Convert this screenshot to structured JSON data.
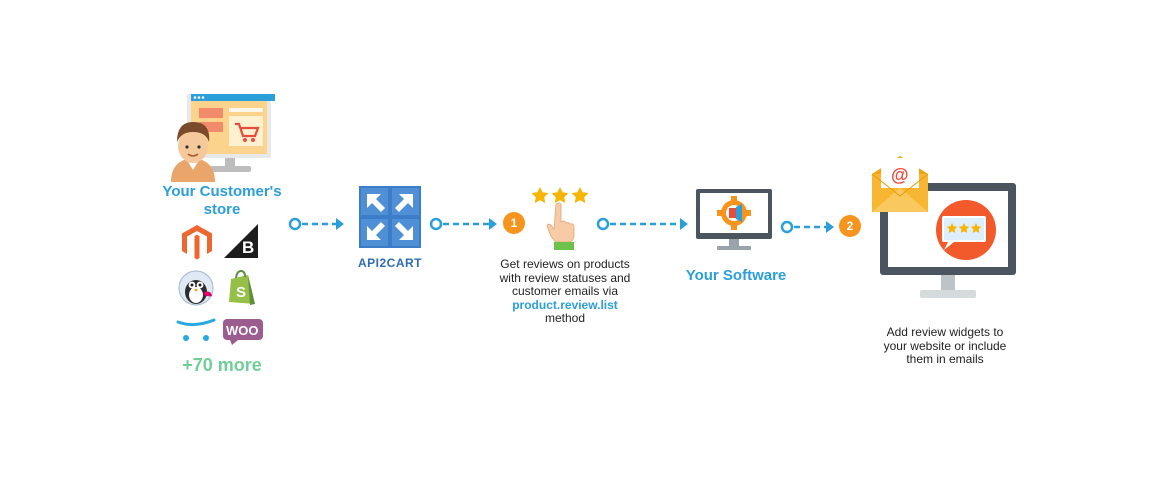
{
  "store": {
    "title": "Your Customer's store",
    "more_label": "+70 more"
  },
  "platform_icons": [
    "magento-icon",
    "bigcommerce-icon",
    "prestashop-icon",
    "shopify-icon",
    "opencart-icon",
    "woocommerce-icon"
  ],
  "api2cart": {
    "label": "API2CART"
  },
  "step1": {
    "number": "1",
    "caption_lines": [
      "Get reviews on products",
      "with review statuses and",
      "customer emails via"
    ],
    "method_name": "product.review.list",
    "method_word": "method"
  },
  "software": {
    "label": "Your Software"
  },
  "step2": {
    "number": "2",
    "caption_lines": [
      "Add review widgets to",
      "your website or include",
      "them in emails"
    ]
  },
  "colors": {
    "accent_blue": "#2b9fd9",
    "badge_orange": "#f7941d",
    "more_green": "#6fcf97",
    "monitor_gray": "#4a5560",
    "api2cart_blue": "#3d7cc9"
  }
}
